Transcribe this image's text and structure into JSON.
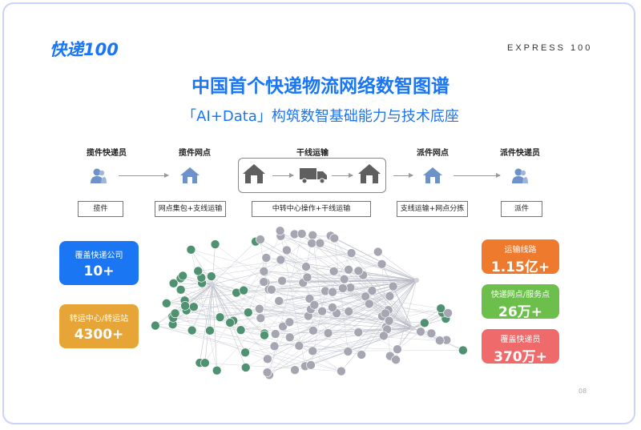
{
  "header": {
    "logo_text": "快递100",
    "brand_text": "EXPRESS 100"
  },
  "title": "中国首个快递物流网络数智图谱",
  "subtitle": "「AI+Data」构筑数智基础能力与技术底座",
  "flow": {
    "steps": [
      {
        "label": "揽件快递员",
        "box": "揽件"
      },
      {
        "label": "揽件网点",
        "box": "网点集包+支线运输"
      },
      {
        "label": "干线运输",
        "box": "中转中心操作+干线运输"
      },
      {
        "label": "派件网点",
        "box": "支线运输+网点分拣"
      },
      {
        "label": "派件快递员",
        "box": "派件"
      }
    ]
  },
  "stats": {
    "left": [
      {
        "label": "覆盖快递公司",
        "value": "10+",
        "color": "#1a76f2"
      },
      {
        "label": "转运中心/转运站",
        "value": "4300+",
        "color": "#e7a437"
      }
    ],
    "right": [
      {
        "label": "运输线路",
        "value": "1.15亿+",
        "color": "#ee7a2d"
      },
      {
        "label": "快递网点/服务点",
        "value": "26万+",
        "color": "#6cbf4a"
      },
      {
        "label": "覆盖快递员",
        "value": "370万+",
        "color": "#ef6a6a"
      }
    ]
  },
  "colors": {
    "accent": "#1a76f2",
    "icon_blue": "#6d92c9",
    "icon_dark": "#5f5f5f",
    "node_green": "#4f9272",
    "node_gray": "#a6a6b2"
  },
  "page_number": "08"
}
